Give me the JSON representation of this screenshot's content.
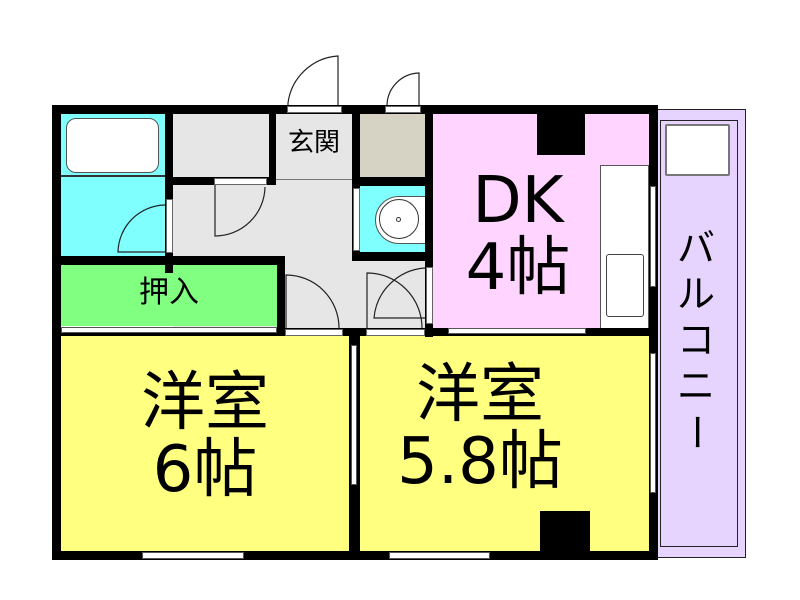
{
  "floorplan": {
    "colors": {
      "wall": "#000000",
      "western_room": "#ffff80",
      "dk": "#ffd4ff",
      "balcony": "#e6d4ff",
      "wet_area": "#80ffff",
      "hallway": "#e6e6e6",
      "storage_green": "#80ff80",
      "shoe_closet": "#d6d2c4"
    },
    "rooms": {
      "entrance": {
        "label": "玄関"
      },
      "oshiire": {
        "label": "押入"
      },
      "dk": {
        "name": "DK",
        "size": "4帖"
      },
      "western_room_1": {
        "name": "洋室",
        "size": "6帖"
      },
      "western_room_2": {
        "name": "洋室",
        "size": "5.8帖"
      },
      "balcony": {
        "label_chars": [
          "バ",
          "ル",
          "コ",
          "ニ",
          "ー"
        ]
      }
    }
  }
}
